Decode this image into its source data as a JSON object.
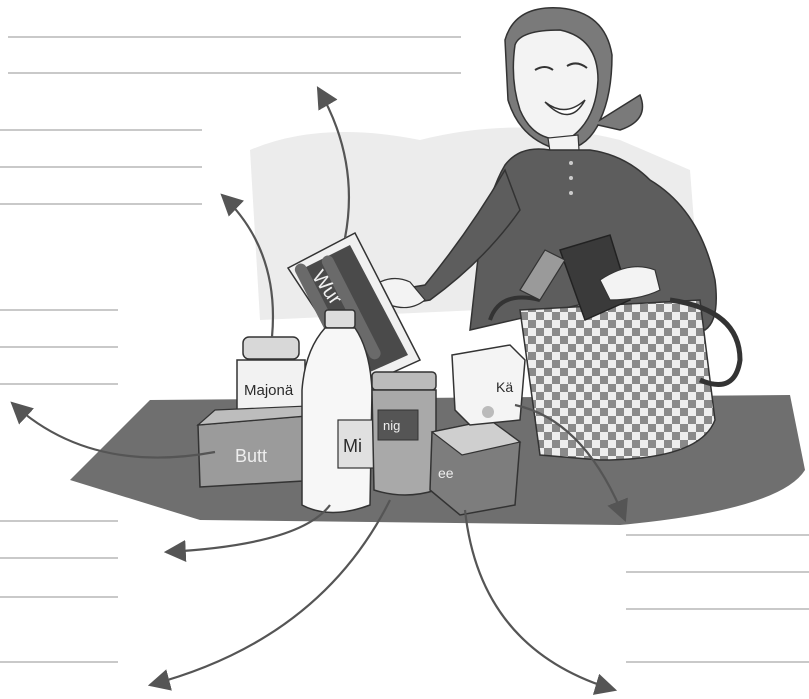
{
  "labels": {
    "mayonnaise": "Majonä",
    "butter": "Butt",
    "sausages": "Wur",
    "milk": "Mi",
    "honey": "nig",
    "tea": "ee",
    "cheese": "Kä"
  },
  "colors": {
    "background": "#ffffff",
    "table": "#6f6f6f",
    "answer_line": "#c9c9c9",
    "arrow": "#555555"
  }
}
